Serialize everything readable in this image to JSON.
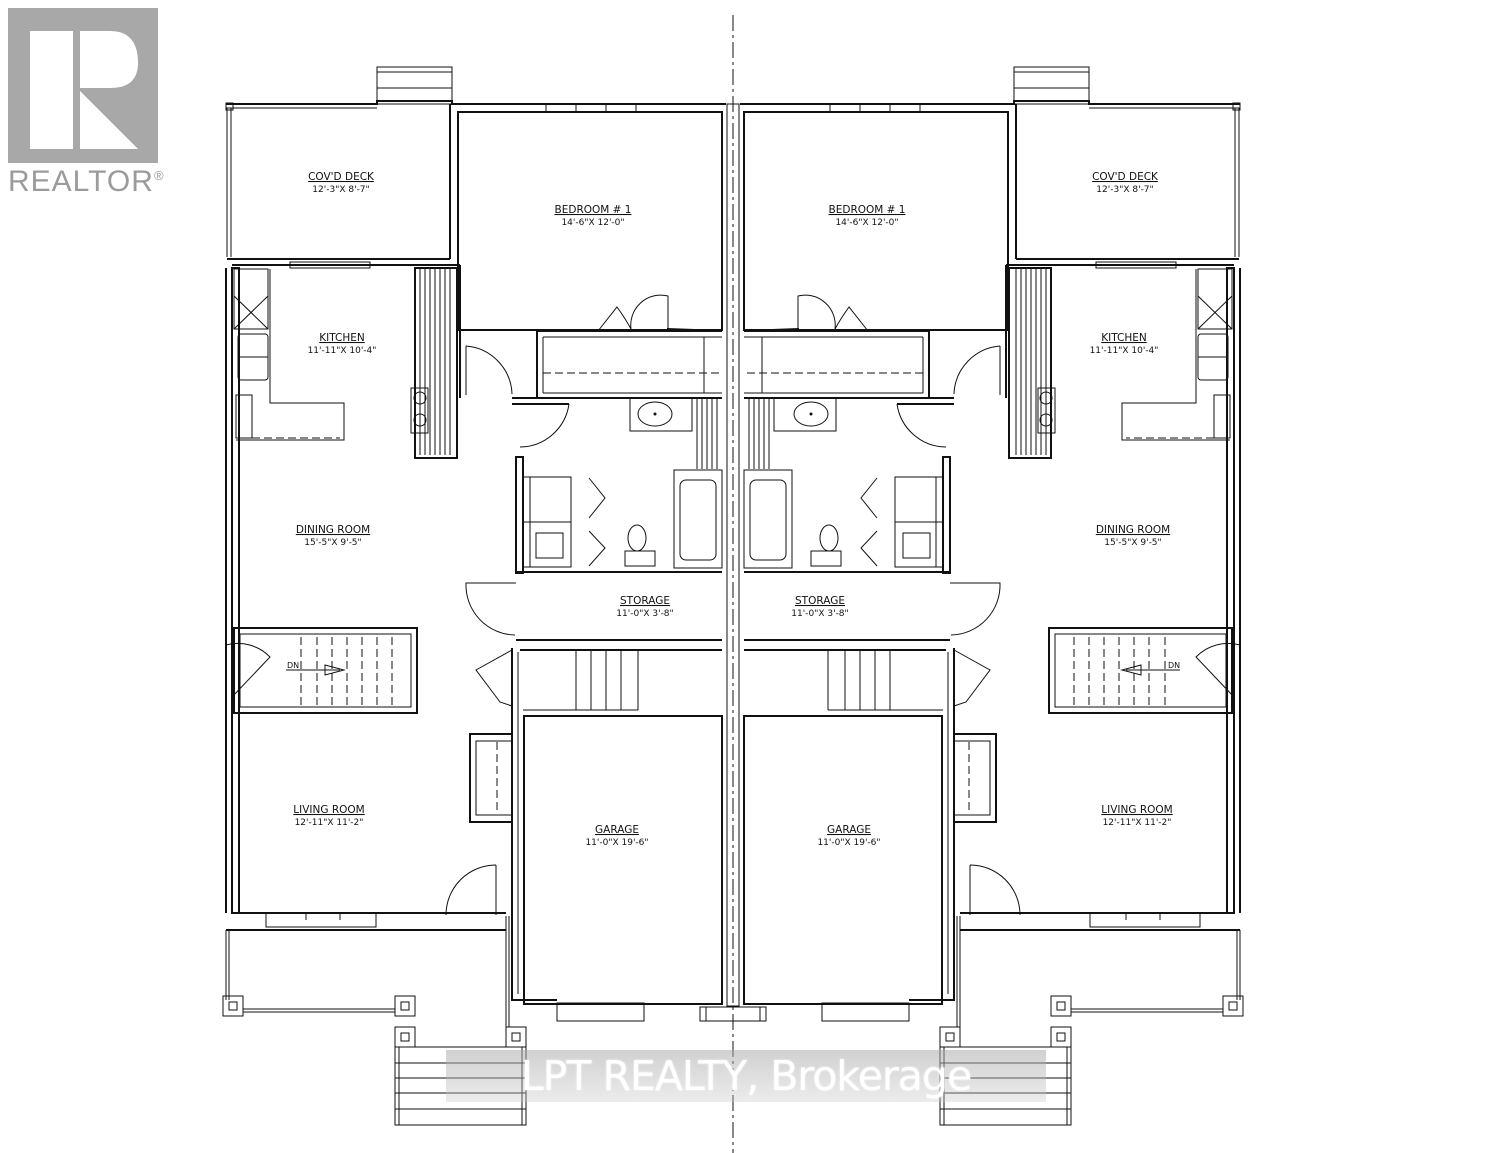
{
  "branding": {
    "logo_word": "REALTOR",
    "logo_mark": "®",
    "watermark": "LPT REALTY, Brokerage"
  },
  "plan": {
    "type": "semi-detached floor plan (mirrored units)",
    "stair_label": "DN",
    "units": [
      {
        "side": "left",
        "rooms": [
          {
            "name": "COV'D DECK",
            "size": "12'-3\"X 8'-7\""
          },
          {
            "name": "BEDROOM # 1",
            "size": "14'-6\"X 12'-0\""
          },
          {
            "name": "KITCHEN",
            "size": "11'-11\"X 10'-4\""
          },
          {
            "name": "DINING ROOM",
            "size": "15'-5\"X 9'-5\""
          },
          {
            "name": "STORAGE",
            "size": "11'-0\"X 3'-8\""
          },
          {
            "name": "LIVING ROOM",
            "size": "12'-11\"X 11'-2\""
          },
          {
            "name": "GARAGE",
            "size": "11'-0\"X 19'-6\""
          }
        ]
      },
      {
        "side": "right",
        "rooms": [
          {
            "name": "COV'D DECK",
            "size": "12'-3\"X 8'-7\""
          },
          {
            "name": "BEDROOM # 1",
            "size": "14'-6\"X 12'-0\""
          },
          {
            "name": "KITCHEN",
            "size": "11'-11\"X 10'-4\""
          },
          {
            "name": "DINING ROOM",
            "size": "15'-5\"X 9'-5\""
          },
          {
            "name": "STORAGE",
            "size": "11'-0\"X 3'-8\""
          },
          {
            "name": "LIVING ROOM",
            "size": "12'-11\"X 11'-2\""
          },
          {
            "name": "GARAGE",
            "size": "11'-0\"X 19'-6\""
          }
        ]
      }
    ]
  }
}
